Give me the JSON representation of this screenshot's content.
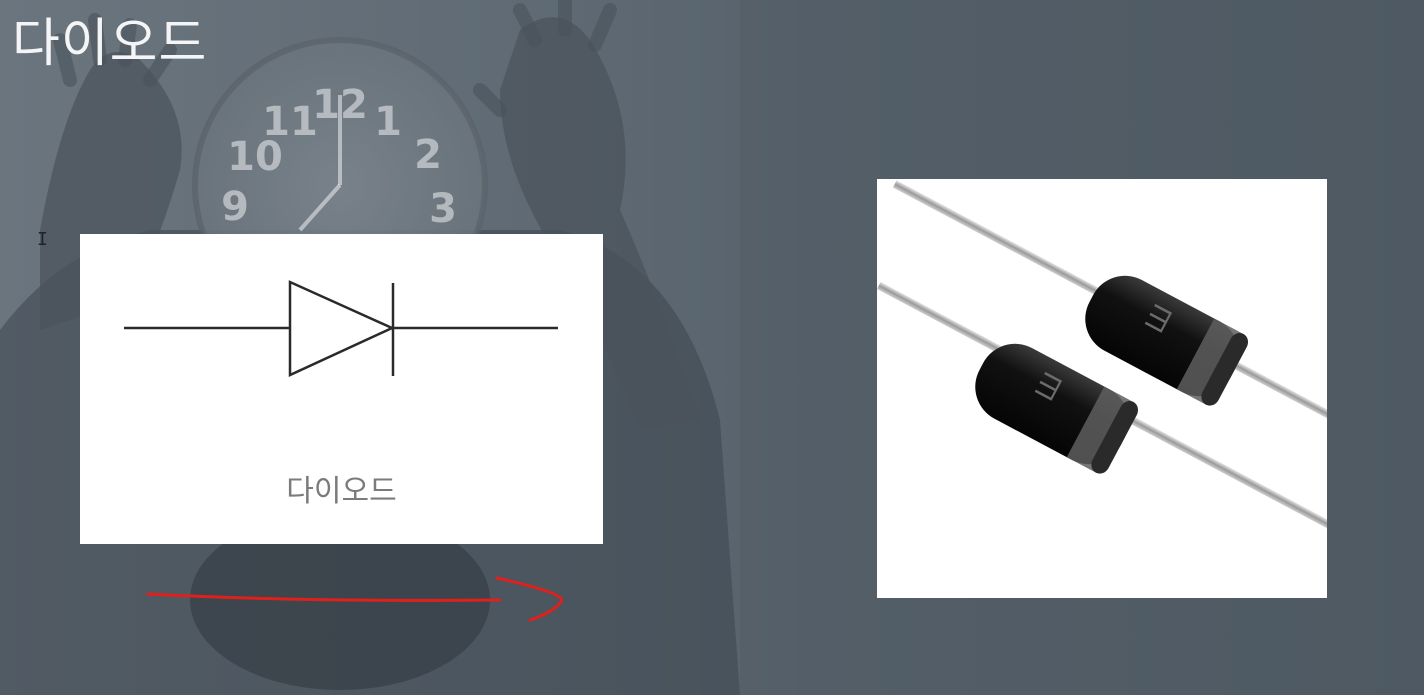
{
  "slide": {
    "title": "다이오드",
    "text_cursor": "I"
  },
  "symbol_card": {
    "caption": "다이오드",
    "symbol_icon": "diode-symbol-icon"
  },
  "photo_card": {
    "subject": "diode-photo"
  },
  "annotation": {
    "color": "#e0201c",
    "shape": "arrow-right"
  },
  "colors": {
    "background": "#5c6771",
    "title": "#f4f5f6",
    "caption": "#7b7b7b",
    "diode_body": "#141414"
  }
}
